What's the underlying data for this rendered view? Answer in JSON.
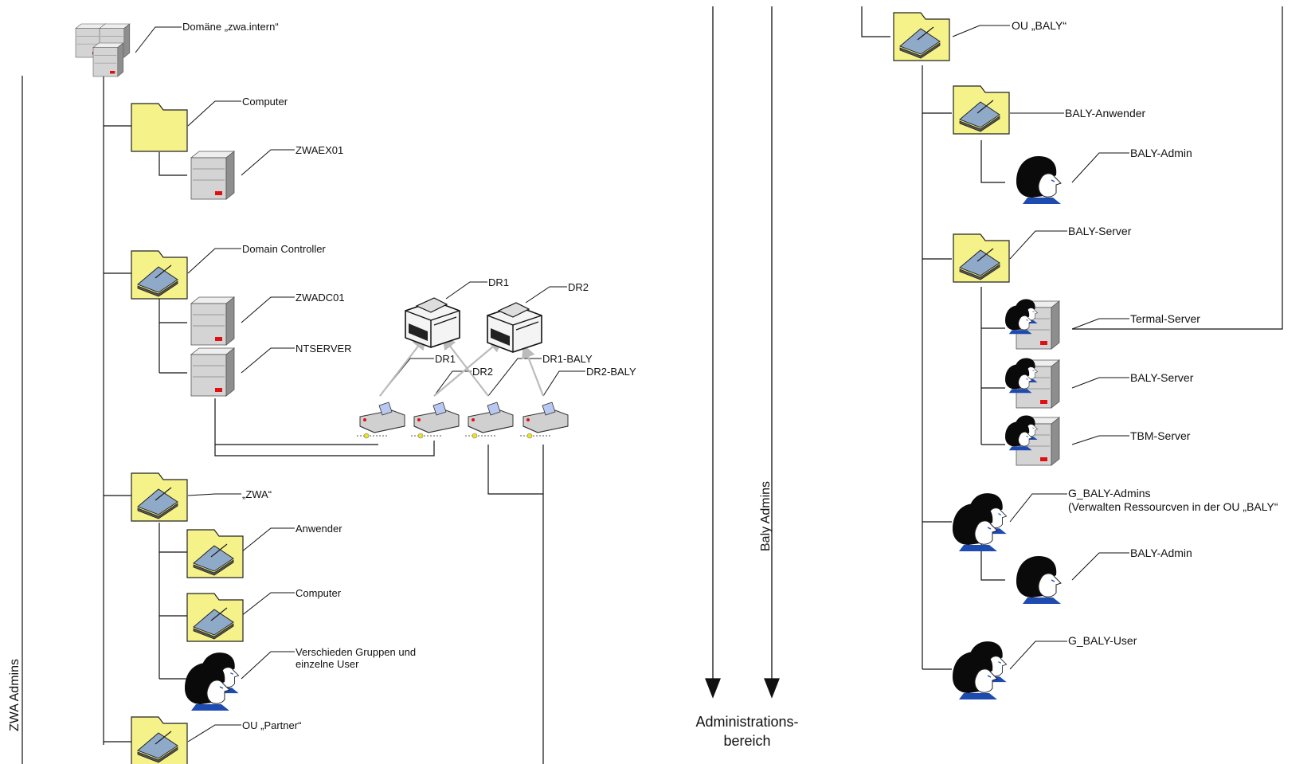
{
  "labels": {
    "domain": "Domäne „zwa.intern“",
    "computer_folder": "Computer",
    "zwaex01": "ZWAEX01",
    "dc_folder": "Domain Controller",
    "zwadc01": "ZWADC01",
    "ntserver": "NTSERVER",
    "dr1_printer": "DR1",
    "dr2_printer": "DR2",
    "q_dr1": "DR1",
    "q_dr2": "DR2",
    "q_dr1_baly": "DR1-BALY",
    "q_dr2_baly": "DR2-BALY",
    "ou_zwa": "„ZWA“",
    "anwender": "Anwender",
    "computer2": "Computer",
    "groups_line1": "Verschieden Gruppen und",
    "groups_line2": "einzelne User",
    "ou_partner": "OU „Partner“",
    "ou_baly": "OU  „BALY“",
    "baly_anwender": "BALY-Anwender",
    "baly_admin_1": "BALY-Admin",
    "baly_server_folder": "BALY-Server",
    "termal_server": "Termal-Server",
    "baly_server": "BALY-Server",
    "tbm_server": "TBM-Server",
    "g_baly_admins_line1": "G_BALY-Admins",
    "g_baly_admins_line2": "(Verwalten Ressourcven in der OU „BALY“",
    "baly_admin_2": "BALY-Admin",
    "g_baly_user": "G_BALY-User"
  },
  "axes": {
    "zwa_admins": "ZWA Admins",
    "baly_admins": "Baly Admins",
    "admin_area_line1": "Administrations-",
    "admin_area_line2": "bereich"
  },
  "colors": {
    "folder": "#f6f28a",
    "folder_stroke": "#222222",
    "server": "#d2d2d2",
    "server_led": "#e01010",
    "line": "#111111",
    "arrow_gray": "#bbbbbb",
    "user_shirt": "#1e4bb0"
  }
}
